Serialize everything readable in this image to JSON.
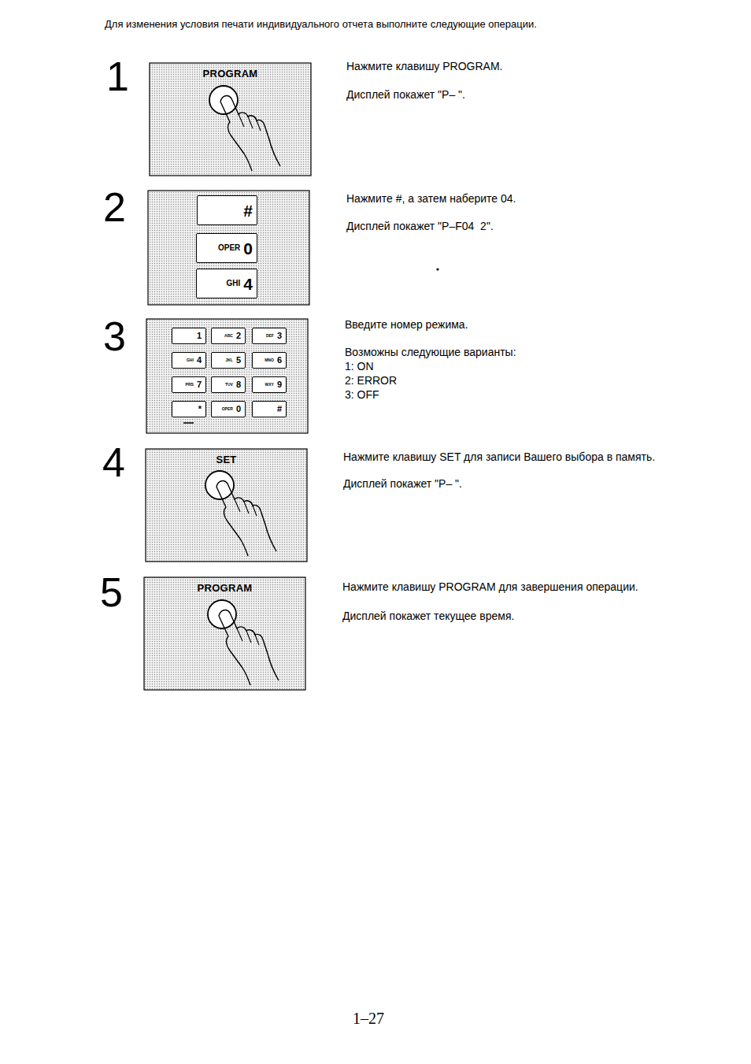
{
  "diagram": {
    "title": "Для изменения условия печати индивидуального отчета выполните следующие операции.",
    "nodes": [
      {
        "text": [
          "PROGRAM"
        ]
      },
      {
        "text": [
          "#"
        ]
      },
      {
        "text": [
          "OPER",
          "0"
        ]
      },
      {
        "text": [
          "GHI",
          "4"
        ]
      },
      {
        "text": [
          "1"
        ]
      },
      {
        "text": [
          "ABC",
          "2"
        ]
      },
      {
        "text": [
          "DEF",
          "3"
        ]
      },
      {
        "text": [
          "GHI",
          "4"
        ]
      },
      {
        "text": [
          "JKL",
          "5"
        ]
      },
      {
        "text": [
          "MNO",
          "6"
        ]
      },
      {
        "text": [
          "PRS",
          "7"
        ]
      },
      {
        "text": [
          "TUV",
          "8"
        ]
      },
      {
        "text": [
          "WXY",
          "9"
        ]
      },
      {
        "text": [
          "*"
        ]
      },
      {
        "text": [
          "OPER",
          "0"
        ]
      },
      {
        "text": [
          "#"
        ]
      },
      {
        "text": [
          "SET"
        ]
      },
      {
        "text": [
          "PROGRAM"
        ]
      }
    ],
    "labels": [
      "1",
      "Нажмите клавишу PROGRAM.",
      "Дисплей покажет \"P– \".",
      "2",
      "Нажмите #, а затем наберите 04.",
      "Дисплей покажет \"P–F04  2\".",
      "3",
      "Введите номер режима.",
      "Возможны следующие варианты:",
      "1: ON",
      "2: ERROR",
      "3: OFF",
      "4",
      "Нажмите клавишу SET для записи Вашего выбора в память.",
      "Дисплей покажет \"P– \".",
      "5",
      "Нажмите клавишу PROGRAM для завершения операции.",
      "Дисплей покажет текущее время.",
      "1–27"
    ]
  }
}
